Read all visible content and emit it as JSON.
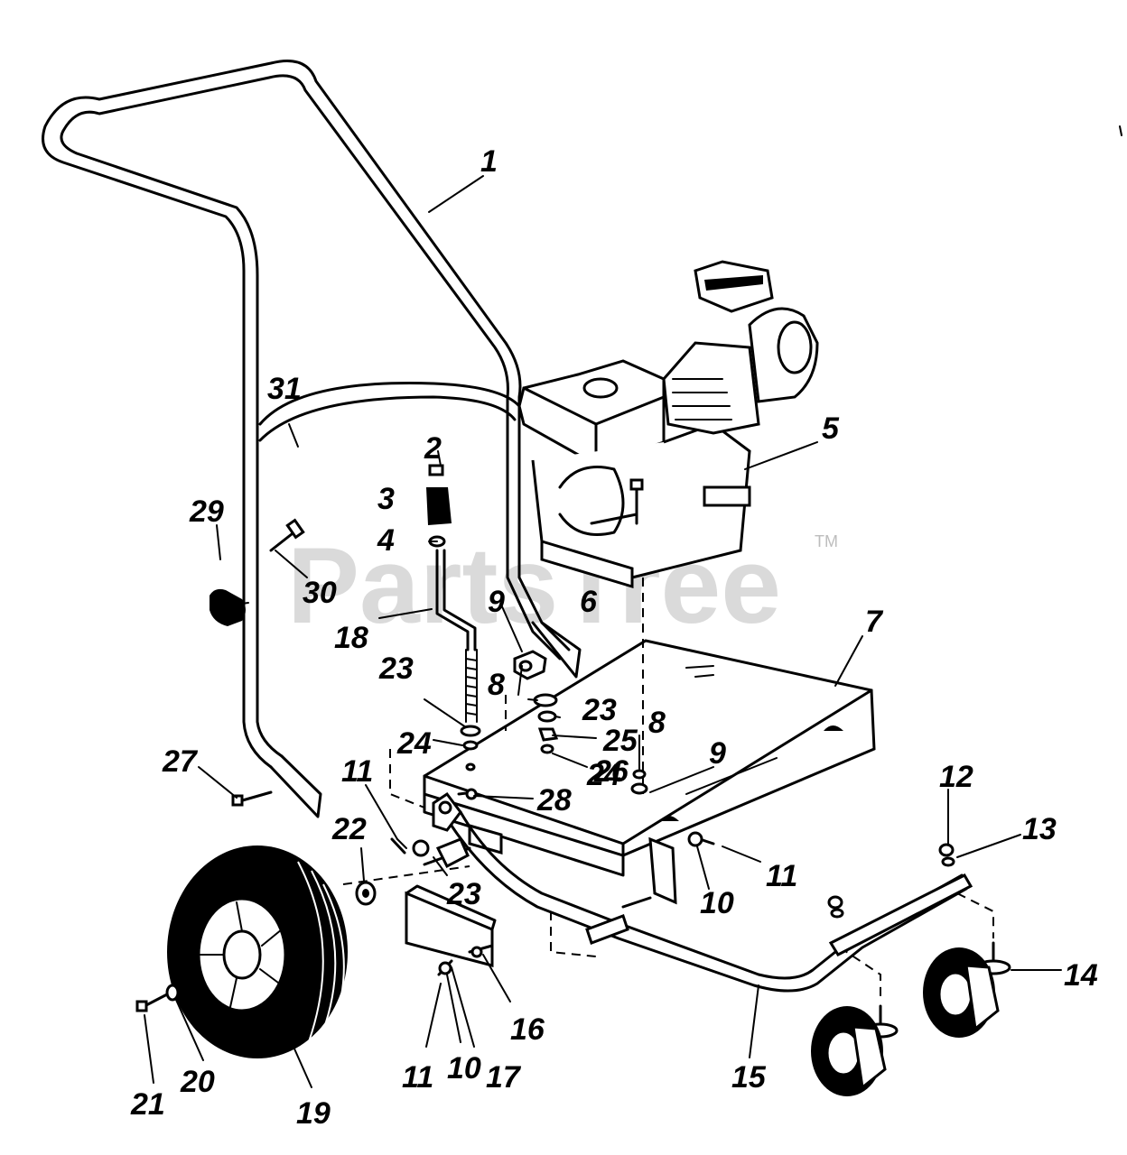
{
  "watermark": {
    "brand": "PartsTree",
    "trademark": "TM"
  },
  "callouts": {
    "c1": "1",
    "c2": "2",
    "c3": "3",
    "c4": "4",
    "c5": "5",
    "c6": "6",
    "c7": "7",
    "c8a": "8",
    "c8b": "8",
    "c9a": "9",
    "c9b": "9",
    "c10a": "10",
    "c10b": "10",
    "c11a": "11",
    "c11b": "11",
    "c11c": "11",
    "c12": "12",
    "c13": "13",
    "c14": "14",
    "c15": "15",
    "c16": "16",
    "c17": "17",
    "c18": "18",
    "c19": "19",
    "c20": "20",
    "c21": "21",
    "c22": "22",
    "c23a": "23",
    "c23b": "23",
    "c23c": "23",
    "c24a": "24",
    "c24b": "24",
    "c25": "25",
    "c26": "26",
    "c27": "27",
    "c28": "28",
    "c29": "29",
    "c30": "30",
    "c31": "31"
  }
}
